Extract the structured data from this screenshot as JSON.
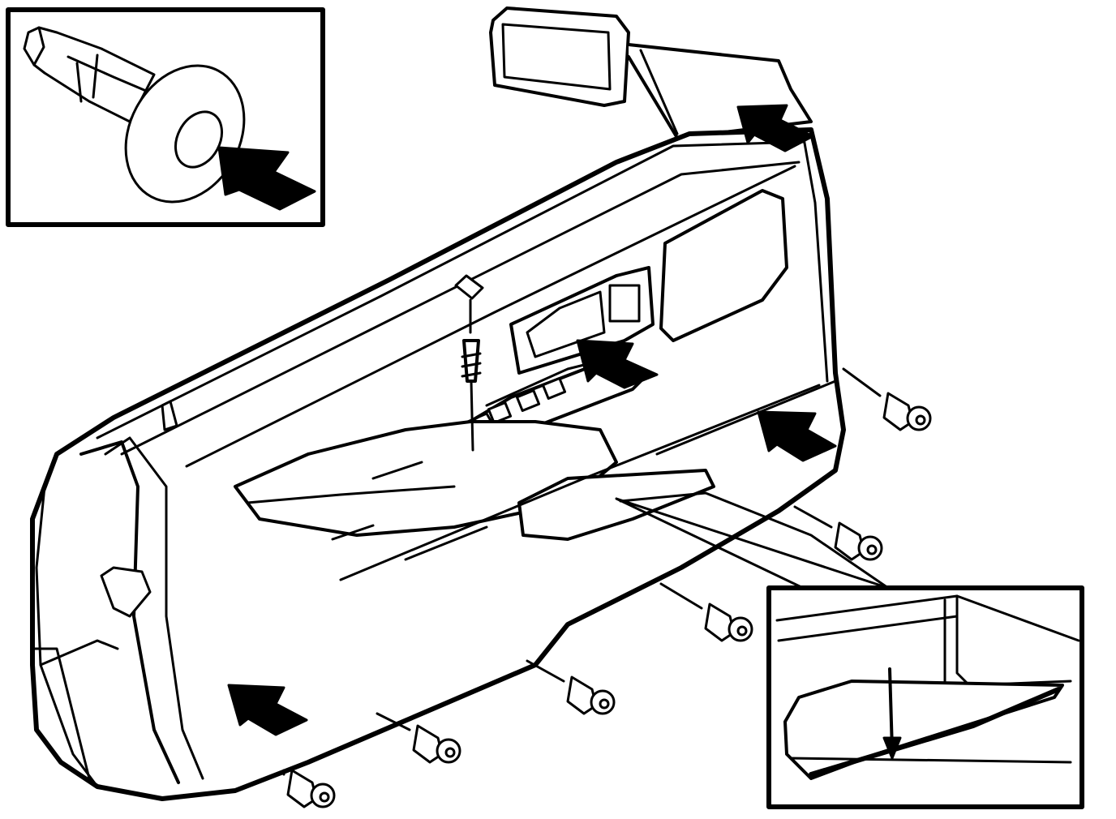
{
  "figure": {
    "kind": "service-illustration",
    "subject": "door-trim-panel-removal",
    "colors": {
      "line": "#000000",
      "background": "#ffffff"
    },
    "insets": [
      "clip-detail",
      "panel-lip-detail"
    ],
    "clip_count": 7,
    "arrow_count": 5,
    "icons": [
      "push-clip-icon",
      "screw-icon",
      "cap-icon",
      "arrow-icon",
      "mirror-icon"
    ]
  }
}
